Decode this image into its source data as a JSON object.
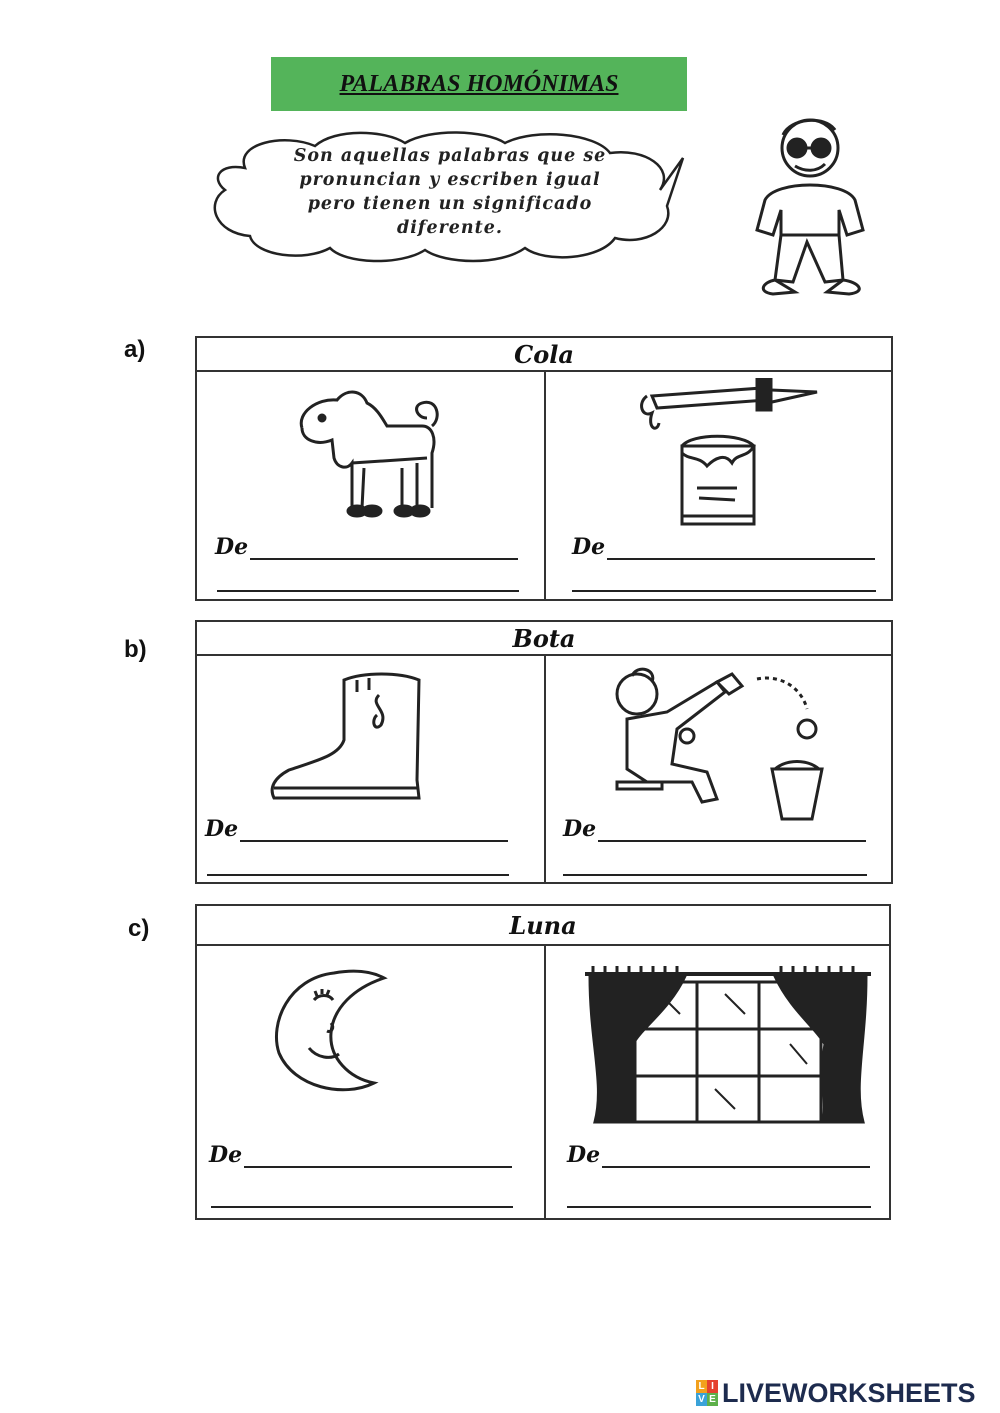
{
  "title": "PALABRAS HOMÓNIMAS",
  "definition": [
    "Son aquellas palabras que se",
    "pronuncian y escriben igual",
    "pero tienen un significado",
    "diferente."
  ],
  "sections": [
    {
      "label": "a)",
      "word": "Cola",
      "prefix_left": "De",
      "prefix_right": "De"
    },
    {
      "label": "b)",
      "word": "Bota",
      "prefix_left": "De",
      "prefix_right": "De"
    },
    {
      "label": "c)",
      "word": "Luna",
      "prefix_left": "De",
      "prefix_right": "De"
    }
  ],
  "footer": {
    "brand": "LIVEWORKSHEETS",
    "logo_letters": [
      "L",
      "I",
      "V",
      "E"
    ]
  },
  "colors": {
    "title_bg": "#54b45a",
    "footer_text": "#1d2b4e"
  }
}
